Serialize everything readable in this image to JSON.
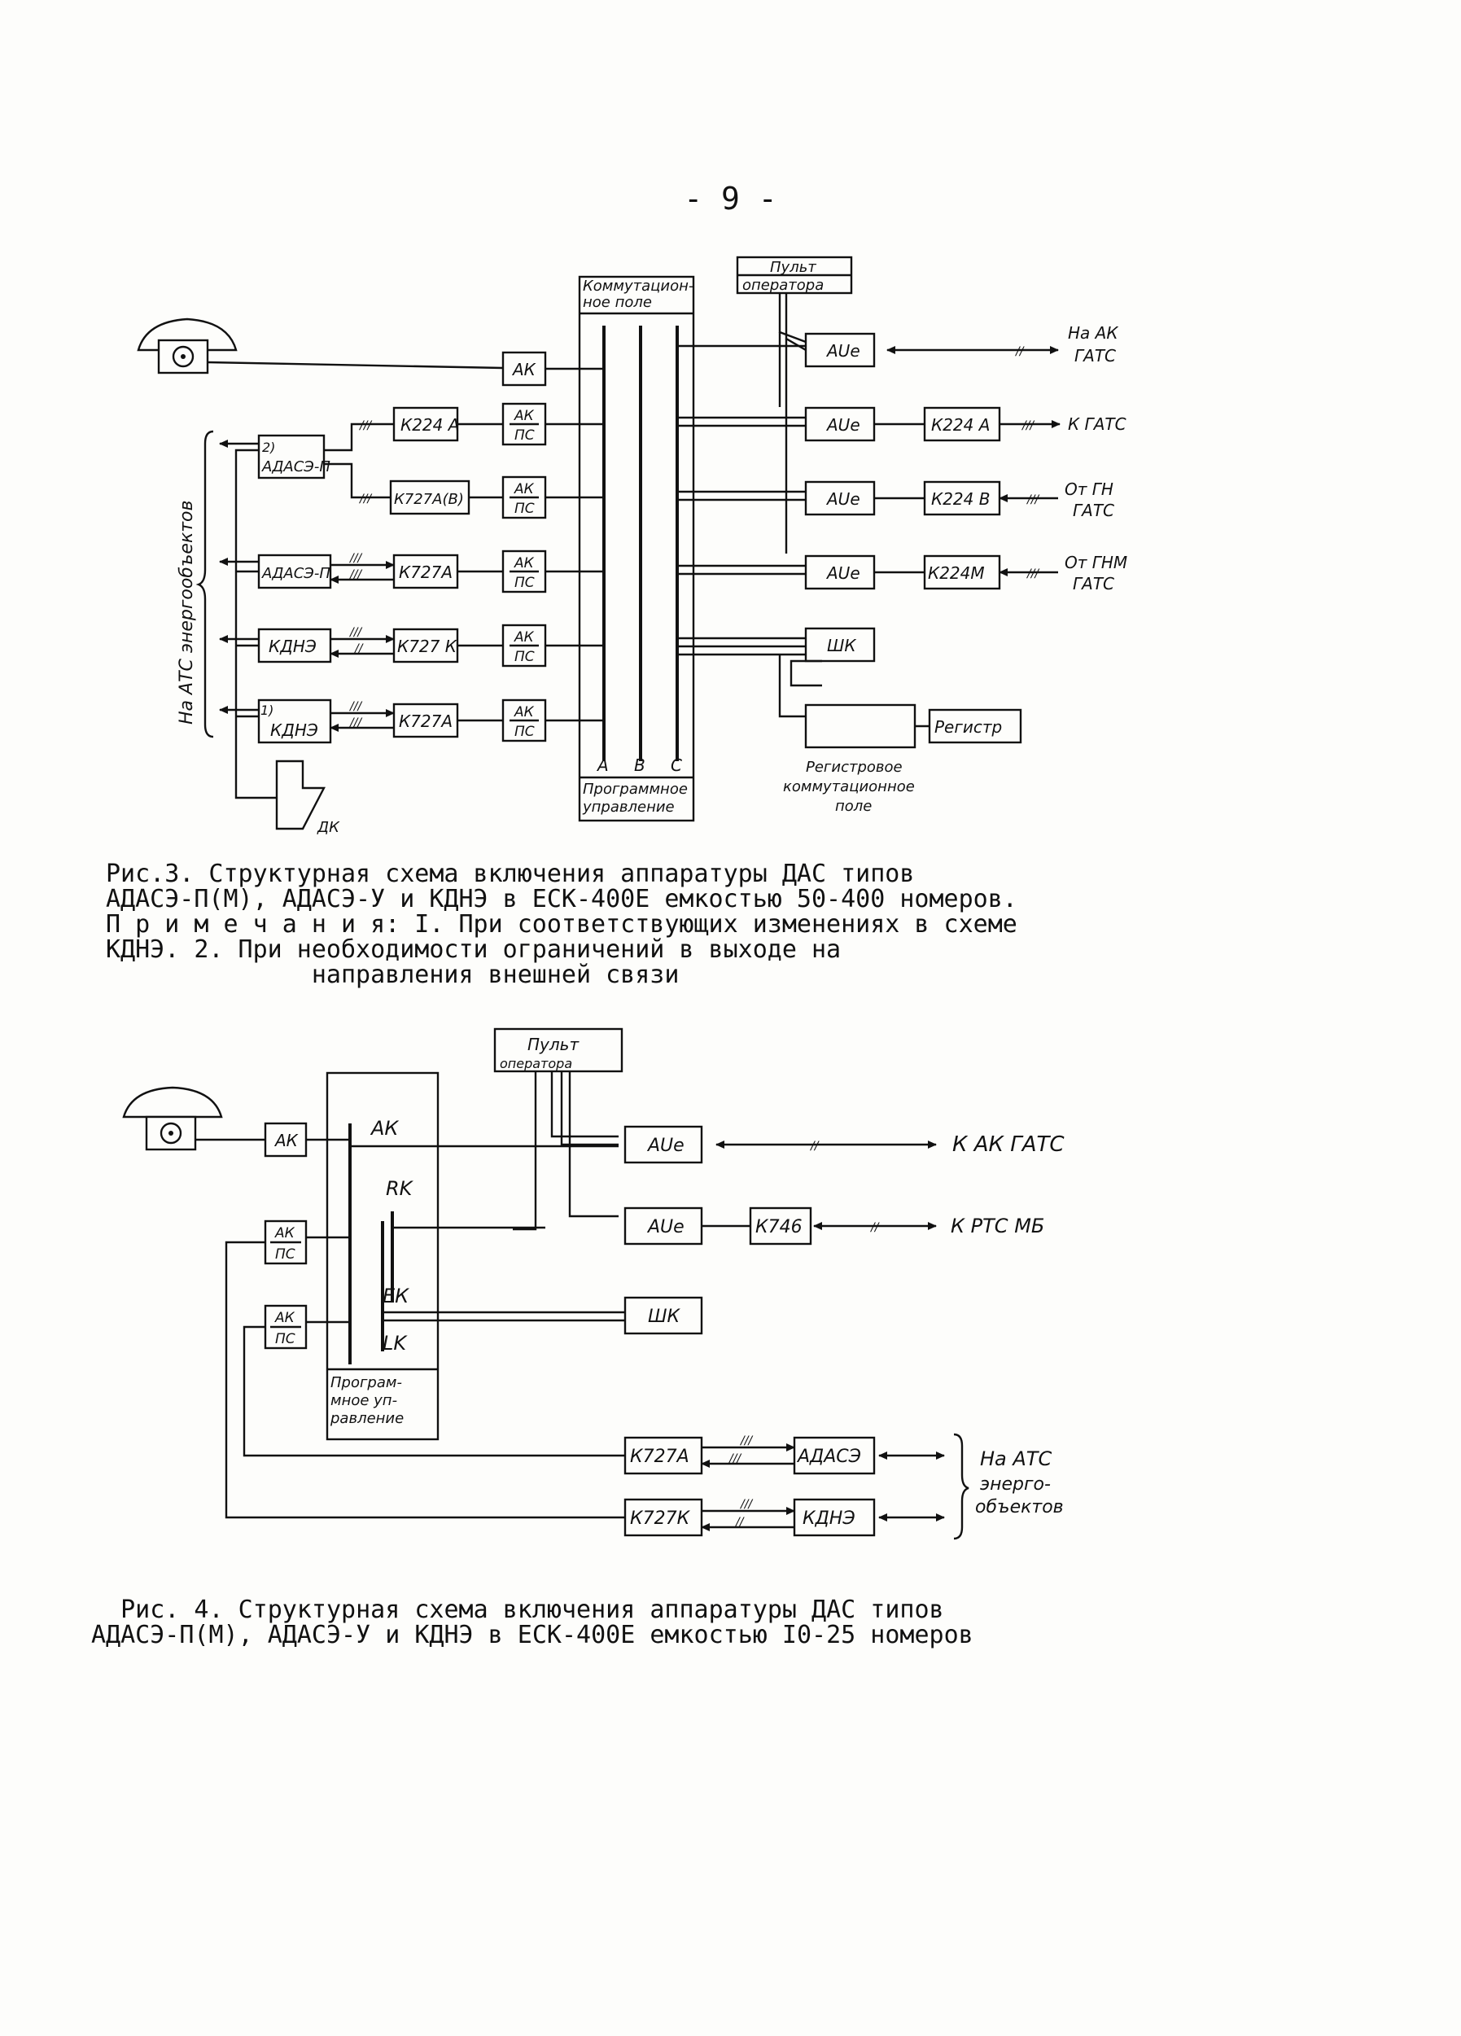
{
  "page_number": "- 9 -",
  "fig3": {
    "field_label_1": "Коммутацион-",
    "field_label_2": "ное поле",
    "program_label_1": "Программное",
    "program_label_2": "управление",
    "bus_labels": [
      "A",
      "B",
      "C"
    ],
    "operator_1": "Пульт",
    "operator_2": "оператора",
    "ak": "АК",
    "akps_1": "АК",
    "akps_2": "ПС",
    "k224a": "К224 А",
    "k727ab": "К727А(В)",
    "k727a": "К727А",
    "k727k": "К727 К",
    "k727a_2": "К727А",
    "adase_p": "АДАСЭ-П",
    "note_2": "2)",
    "note_1": "1)",
    "kdne": "КДНЭ",
    "dk": "ДК",
    "side_label": "На АТС энергообъектов",
    "aue": "АUе",
    "sk": "ШК",
    "register": "Регистр",
    "reg_field_1": "Регистровое",
    "reg_field_2": "коммутационное",
    "reg_field_3": "поле",
    "right_k224a": "К224 А",
    "right_k224b": "К224 В",
    "right_k224m": "К224М",
    "out_1a": "На АК",
    "out_1b": "ГАТС",
    "out_2": "К ГАТС",
    "out_3a": "От ГН",
    "out_3b": "ГАТС",
    "out_4a": "От ГНМ",
    "out_4b": "ГАТС",
    "caption": "Рис.3. Структурная схема включения аппаратуры ДАС типов\nАДАСЭ-П(М), АДАСЭ-У и КДНЭ в ЕСК-400Е емкостью 50-400 номеров.\nП р и м е ч а н и я: I. При соответствующих изменениях в схеме\nКДНЭ. 2. При необходимости ограничений в выходе на\n              направления внешней связи"
  },
  "fig4": {
    "operator_1": "Пульт",
    "operator_2": "оператора",
    "ak": "АК",
    "akps_1": "АК",
    "akps_2": "ПС",
    "bus_ak": "АК",
    "bus_rk": "RK",
    "bus_ek": "ЕК",
    "bus_lk": "LK",
    "program_1": "Програм-",
    "program_2": "мное уп-",
    "program_3": "равление",
    "aue": "АUе",
    "k746": "К746",
    "sk": "ШК",
    "k727a": "К727А",
    "k727k": "К727К",
    "adase": "АДАСЭ",
    "kdne": "КДНЭ",
    "out_1": "К АК ГАТС",
    "out_2": "К РТС МБ",
    "side_1": "На АТС",
    "side_2": "энерго-",
    "side_3": "объектов",
    "caption": "  Рис. 4. Структурная схема включения аппаратуры ДАС типов\nАДАСЭ-П(М), АДАСЭ-У и КДНЭ в ЕСК-400Е емкостью I0-25 номеров"
  }
}
